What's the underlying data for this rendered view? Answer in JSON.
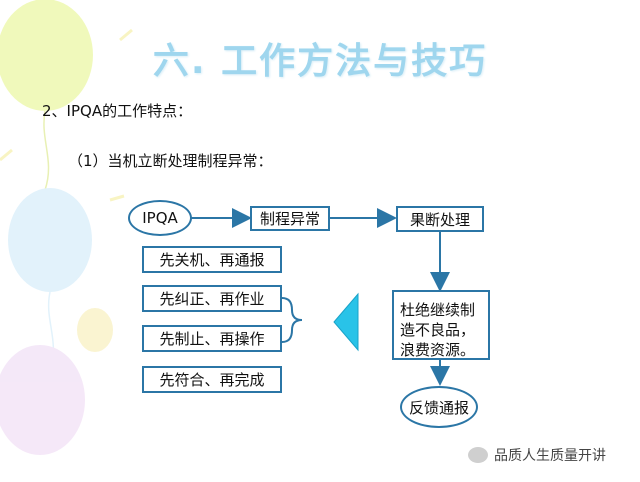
{
  "title": "六. 工作方法与技巧",
  "subtitle": "2、IPQA的工作特点：",
  "subsubtitle": "（1）当机立断处理制程异常：",
  "flow": {
    "start": "IPQA",
    "step1": "制程异常",
    "step2": "果断处理",
    "note_lines": [
      "杜绝继续制",
      "造不良品，",
      "浪费资源。"
    ],
    "end": "反馈通报"
  },
  "actions": [
    "先关机、再通报",
    "先纠正、再作业",
    "先制止、再操作",
    "先符合、再完成"
  ],
  "watermark": "品质人生质量开讲",
  "colors": {
    "box_border": "#2b76a6",
    "title": "#9fd6ee",
    "arrow": "#2b76a6",
    "triangle": "#29c3e8"
  }
}
